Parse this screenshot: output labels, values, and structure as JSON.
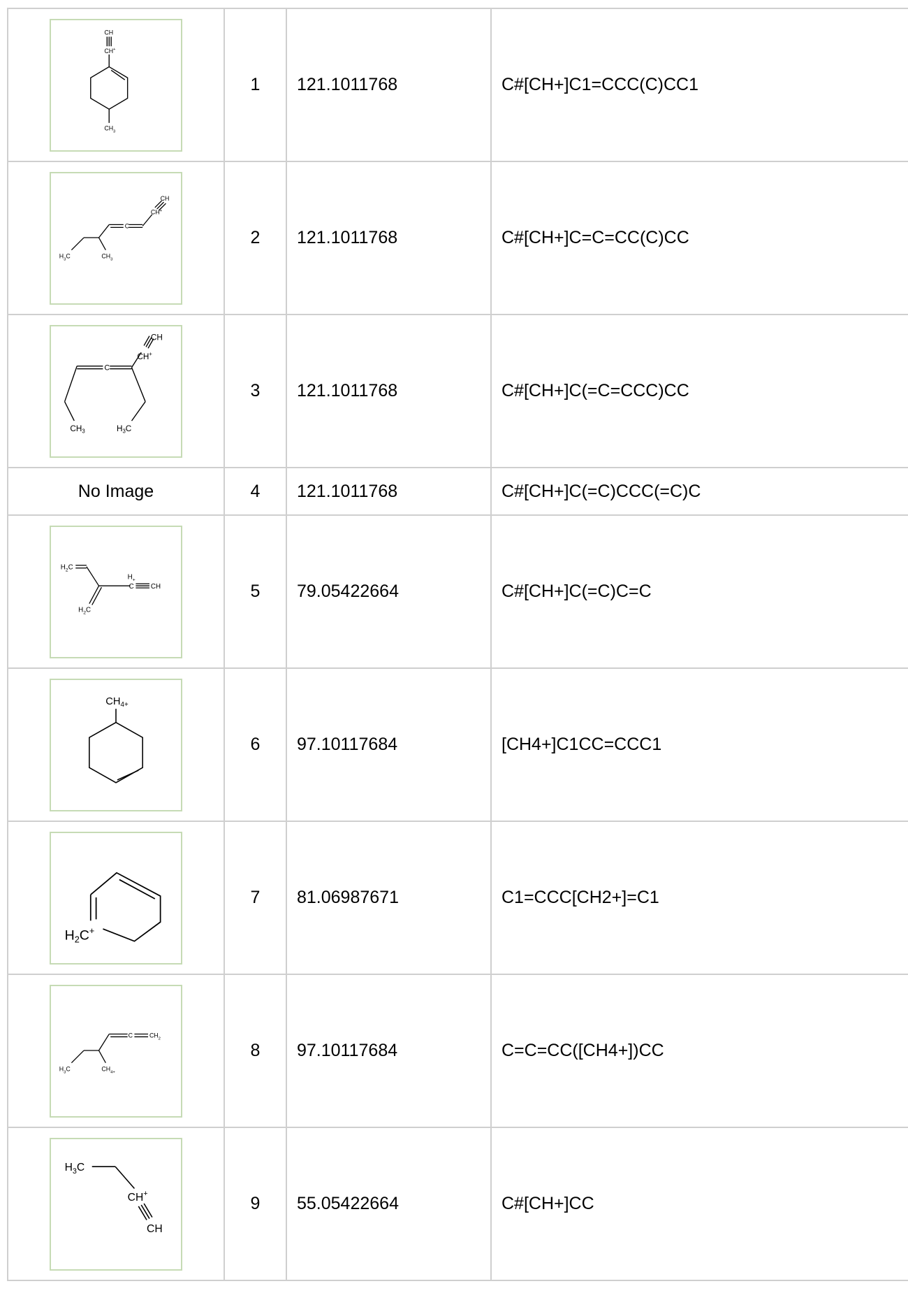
{
  "rows": [
    {
      "index": "1",
      "mass": "121.1011768",
      "smiles": "C#[CH+]C1=CCC(C)CC1",
      "labels": [
        "CH",
        "CH",
        "CH"
      ],
      "subs": [
        "",
        "+",
        "3"
      ]
    },
    {
      "index": "2",
      "mass": "121.1011768",
      "smiles": "C#[CH+]C=C=CC(C)CC",
      "labels": [
        "CH",
        "CH",
        "H",
        "C",
        "CH",
        "C"
      ],
      "subs": [
        "",
        "+",
        "3",
        "",
        "3",
        ""
      ]
    },
    {
      "index": "3",
      "mass": "121.1011768",
      "smiles": "C#[CH+]C(=C=CCC)CC",
      "labels": [
        "CH",
        "CH",
        "C",
        "CH",
        "H",
        "C"
      ],
      "subs": [
        "",
        "+",
        "",
        "3",
        "3",
        ""
      ]
    },
    {
      "index": "4",
      "mass": "121.1011768",
      "smiles": "C#[CH+]C(=C)CCC(=C)C",
      "no_image_text": "No Image"
    },
    {
      "index": "5",
      "mass": "79.05422664",
      "smiles": "C#[CH+]C(=C)C=C",
      "labels": [
        "H",
        "C",
        "H",
        "C",
        "CH",
        "H",
        "C"
      ],
      "subs": [
        "2",
        "",
        "+",
        "",
        "",
        "2",
        ""
      ]
    },
    {
      "index": "6",
      "mass": "97.10117684",
      "smiles": "[CH4+]C1CC=CCC1",
      "labels": [
        "CH"
      ],
      "subs": [
        "4+"
      ]
    },
    {
      "index": "7",
      "mass": "81.06987671",
      "smiles": "C1=CCC[CH2+]=C1",
      "labels": [
        "H",
        "C"
      ],
      "subs": [
        "2",
        "+"
      ]
    },
    {
      "index": "8",
      "mass": "97.10117684",
      "smiles": "C=C=CC([CH4+])CC",
      "labels": [
        "C",
        "CH",
        "H",
        "C",
        "CH"
      ],
      "subs": [
        "",
        "2",
        "3",
        "",
        "4+"
      ]
    },
    {
      "index": "9",
      "mass": "55.05422664",
      "smiles": "C#[CH+]CC",
      "labels": [
        "H",
        "C",
        "CH",
        "CH"
      ],
      "subs": [
        "3",
        "",
        "+",
        ""
      ]
    }
  ]
}
